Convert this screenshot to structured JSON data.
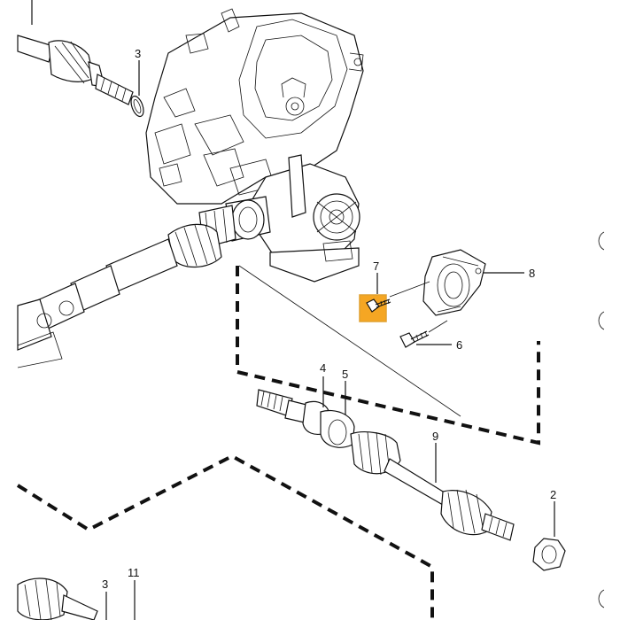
{
  "callouts": {
    "c1": "3",
    "c2": "7",
    "c3": "8",
    "c4": "6",
    "c5": "4",
    "c6": "5",
    "c7": "9",
    "c8": "2",
    "c9": "3",
    "c10": "11"
  },
  "colors": {
    "line": "#111111",
    "highlight_fill": "#f5a623",
    "highlight_border": "#e0a030",
    "background": "#ffffff"
  },
  "highlighted_part": "7",
  "icons": [
    "transmission-housing",
    "drive-shaft",
    "bolt",
    "bearing-bracket",
    "flange-nut",
    "circlip"
  ]
}
